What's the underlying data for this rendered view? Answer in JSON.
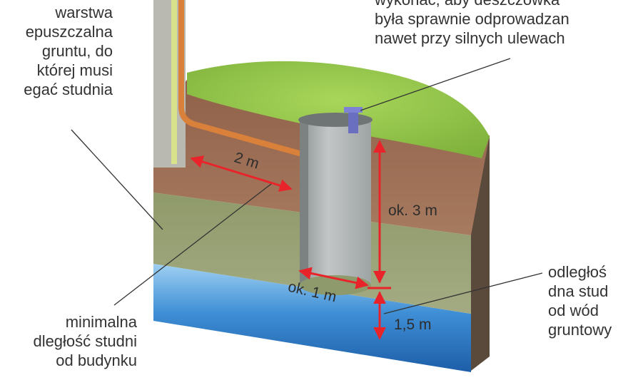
{
  "labels": {
    "permeable_layer": [
      "warstwa",
      "epuszczalna",
      "gruntu, do",
      "której musi",
      "egać studnia"
    ],
    "top_note": [
      "wykonać, aby deszczówka",
      "była sprawnie odprowadzan",
      "nawet przy silnych ulewach"
    ],
    "min_distance": [
      "minimalna",
      "dległość studni",
      "od budynku"
    ],
    "bottom_distance": [
      "odległoś",
      "dna stud",
      "od wód",
      "gruntowy"
    ]
  },
  "dimensions": {
    "building_gap": "2 m",
    "well_depth": "ok. 3 m",
    "well_width": "ok. 1 m",
    "to_groundwater": "1,5 m"
  },
  "colors": {
    "grass": "#93c64a",
    "soil": "#9a6b52",
    "sand": "#8e9a6c",
    "water": "#3f8fd6",
    "arrow": "#e8242a",
    "pipe": "#d9803a",
    "well": "#a9adad"
  }
}
